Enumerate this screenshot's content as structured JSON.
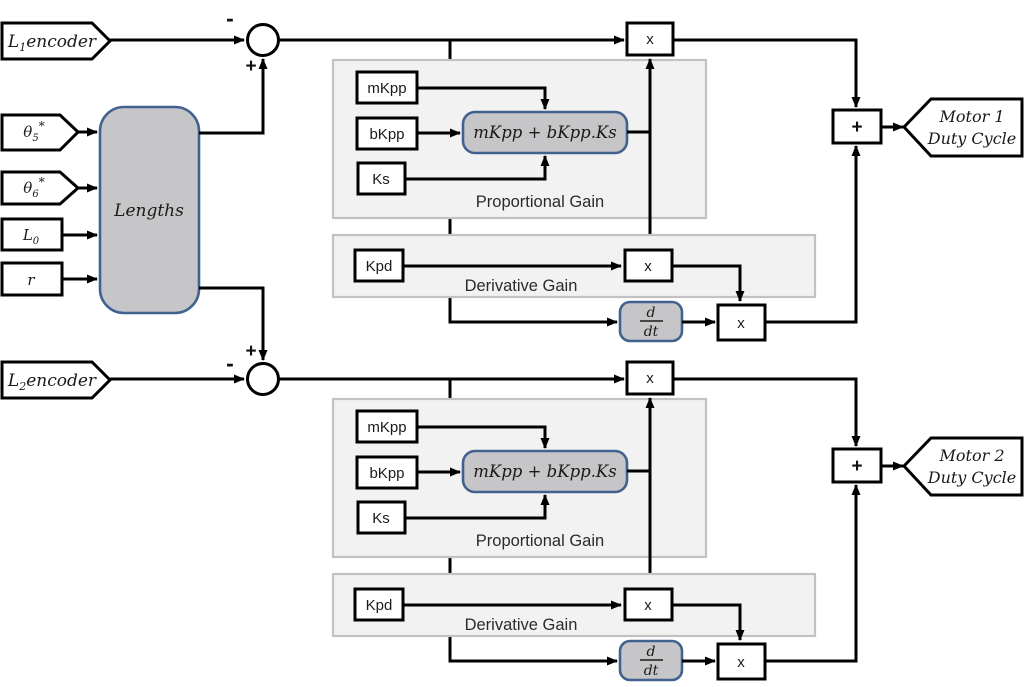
{
  "colors": {
    "background": "#ffffff",
    "block_fill": "#c6c6c8",
    "block_border": "#41618f",
    "group_fill": "#f2f2f2",
    "group_border": "#c2c2c2",
    "line": "#000000",
    "box_fill": "#ffffff"
  },
  "inputs": {
    "l1_encoder": {
      "base": "L",
      "sub": "1",
      "rest": "encoder"
    },
    "l2_encoder": {
      "base": "L",
      "sub": "2",
      "rest": "encoder"
    },
    "theta5": {
      "base": "θ",
      "sub": "5",
      "sup": "*"
    },
    "theta6": {
      "base": "θ",
      "sub": "6",
      "sup": "*"
    },
    "l0": {
      "base": "L",
      "sub": "0"
    },
    "r": {
      "label": "r"
    }
  },
  "lengths_label": "Lengths",
  "junction": {
    "minus": "-",
    "plus": "+"
  },
  "loop1": {
    "mkpp": "mKpp",
    "bkpp": "bKpp",
    "ks": "Ks",
    "kpd": "Kpd",
    "formula": "mKpp + bKpp.Ks",
    "prop_label": "Proportional Gain",
    "deriv_label": "Derivative Gain",
    "ddt": {
      "num": "d",
      "den": "dt"
    },
    "mult": "x",
    "sum": "+",
    "output": {
      "line1": "Motor 1",
      "line2": "Duty Cycle"
    }
  },
  "loop2": {
    "mkpp": "mKpp",
    "bkpp": "bKpp",
    "ks": "Ks",
    "kpd": "Kpd",
    "formula": "mKpp + bKpp.Ks",
    "prop_label": "Proportional Gain",
    "deriv_label": "Derivative Gain",
    "ddt": {
      "num": "d",
      "den": "dt"
    },
    "mult": "x",
    "sum": "+",
    "output": {
      "line1": "Motor 2",
      "line2": "Duty Cycle"
    }
  }
}
